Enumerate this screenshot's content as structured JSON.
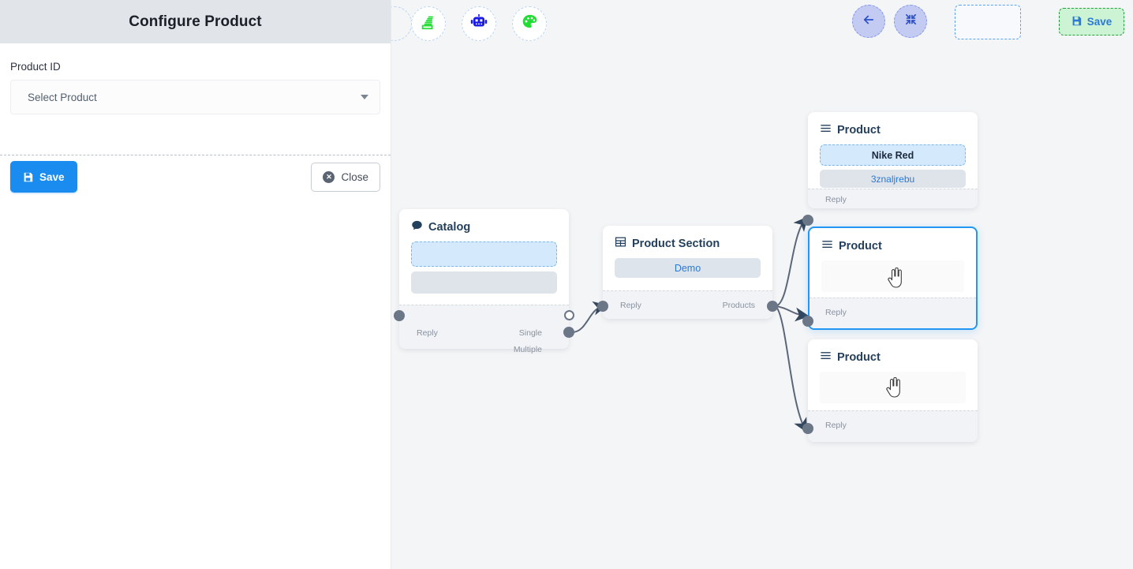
{
  "sidebar": {
    "title": "Configure Product",
    "field_label": "Product ID",
    "select_value": "Select Product",
    "save_label": "Save",
    "close_label": "Close",
    "save_icon": "floppy-disk-icon",
    "close_icon": "x-circle-icon",
    "caret_icon": "chevron-down-icon"
  },
  "toolbar": {
    "left_tools": [
      {
        "name": "stack-icon",
        "title": "Stack"
      },
      {
        "name": "robot-icon",
        "title": "Robot"
      },
      {
        "name": "palette-icon",
        "title": "Palette"
      }
    ],
    "back_icon": "arrow-left-icon",
    "fit_icon": "compress-icon",
    "placeholder_slot": "",
    "save_label": "Save",
    "save_icon": "floppy-disk-icon"
  },
  "nodes": [
    {
      "id": "catalog",
      "title": "Catalog",
      "icon": "chat-bubble-icon",
      "slots": [
        {
          "type": "dashed",
          "text": ""
        },
        {
          "type": "gray",
          "text": ""
        }
      ],
      "ports_in": [
        {
          "label": "Reply"
        }
      ],
      "ports_out": [
        {
          "label": "Single"
        },
        {
          "label": "Multiple"
        }
      ]
    },
    {
      "id": "product-section",
      "title": "Product Section",
      "icon": "table-grid-icon",
      "slots": [
        {
          "type": "demo",
          "text": "Demo"
        }
      ],
      "ports_in": [
        {
          "label": "Reply"
        }
      ],
      "ports_out": [
        {
          "label": "Products"
        }
      ]
    },
    {
      "id": "product-1",
      "title": "Product",
      "icon": "list-icon",
      "slots": [
        {
          "type": "dashed",
          "text": "Nike Red"
        },
        {
          "type": "gray",
          "text": "3znaljrebu"
        }
      ],
      "ports_in": [
        {
          "label": "Reply"
        }
      ],
      "ports_out": [],
      "selected": false
    },
    {
      "id": "product-2",
      "title": "Product",
      "icon": "list-icon",
      "slots": [],
      "ports_in": [
        {
          "label": "Reply"
        }
      ],
      "ports_out": [],
      "selected": true
    },
    {
      "id": "product-3",
      "title": "Product",
      "icon": "list-icon",
      "slots": [],
      "ports_in": [
        {
          "label": "Reply"
        }
      ],
      "ports_out": [],
      "selected": false
    }
  ],
  "colors": {
    "canvas_bg": "#f4f5f7",
    "accent_blue": "#2196f3",
    "primary_button": "#1a8cf0",
    "save_green_bg": "#cdf3d5",
    "save_green_border": "#23a03c",
    "edge": "#5b6779",
    "port": "#6b7687",
    "node_title": "#24405c"
  }
}
